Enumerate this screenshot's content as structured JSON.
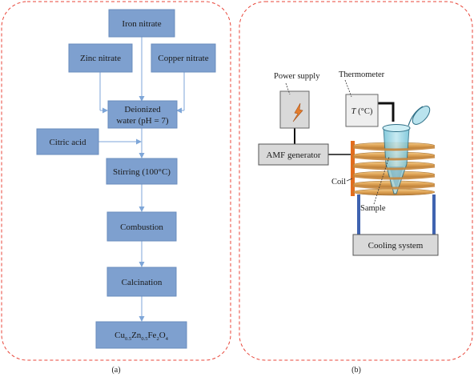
{
  "panel_a": {
    "caption": "(a)",
    "boxes": {
      "iron": "Iron nitrate",
      "zinc": "Zinc nitrate",
      "copper": "Copper nitrate",
      "water_line1": "Deionized",
      "water_line2": "water (pH = 7)",
      "citric": "Citric acid",
      "stirring": "Stirring (100°C)",
      "combustion": "Combustion",
      "calcination": "Calcination"
    },
    "product": {
      "cu": "Cu",
      "cu_sub": "0.5",
      "zn": "Zn",
      "zn_sub": "0.5",
      "fe": "Fe",
      "fe_sub": "2",
      "o": "O",
      "o_sub": "4"
    }
  },
  "panel_b": {
    "caption": "(b)",
    "power_supply": "Power supply",
    "thermometer": "Thermometer",
    "thermo_display_T": "T",
    "thermo_display_unit": " (°C)",
    "amf_generator": "AMF generator",
    "coil": "Coil",
    "sample": "Sample",
    "cooling_system": "Cooling system"
  },
  "colors": {
    "flow_box_fill": "#7ea0cf",
    "flow_box_stroke": "#6a8cbd",
    "arrow": "#7ea6d8",
    "panel_border": "#e8463a",
    "device_fill": "#d9d9d9",
    "coil": "#e0a95a",
    "coil_post": "#e36d1e",
    "stand": "#3f63b0",
    "tube": "#8fd0e0"
  }
}
